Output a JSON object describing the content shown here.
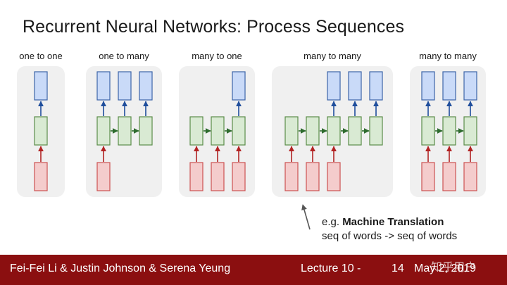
{
  "slide": {
    "title": "Recurrent Neural Networks: Process Sequences"
  },
  "panels": [
    {
      "label": "one to one"
    },
    {
      "label": "one to many"
    },
    {
      "label": "many to one"
    },
    {
      "label": "many to many"
    },
    {
      "label": "many to many"
    }
  ],
  "annotation": {
    "prefix": "e.g. ",
    "bold": "Machine Translation",
    "line2": "seq of words -> seq of words"
  },
  "footer": {
    "authors": "Fei-Fei Li & Justin Johnson & Serena Yeung",
    "lecture": "Lecture 10 -",
    "page": "14",
    "date": "May 2, 2019"
  },
  "watermark": "知乎用户",
  "colors": {
    "input_fill": "#f4cccc",
    "input_border": "#cc5252",
    "hidden_fill": "#d9ead3",
    "hidden_border": "#5b8c4a",
    "output_fill": "#c9daf8",
    "output_border": "#3c64a8",
    "arrow_red": "#b22222",
    "arrow_green": "#2e6b2e",
    "arrow_blue": "#1f4e9c",
    "footer_bg": "#8b0f10"
  }
}
